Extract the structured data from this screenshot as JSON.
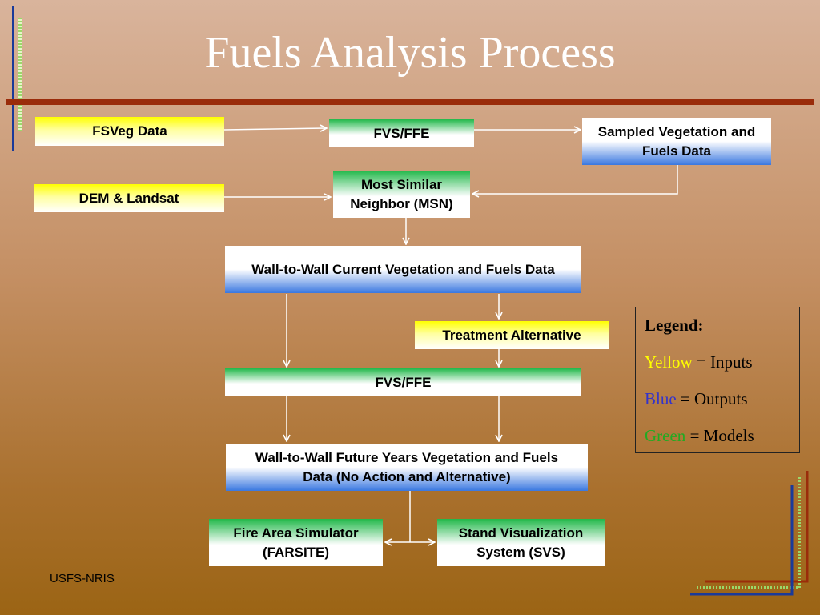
{
  "slide": {
    "title": "Fuels Analysis Process",
    "footer": "USFS-NRIS"
  },
  "boxes": {
    "fsveg": "FSVeg Data",
    "fvs_top": "FVS/FFE",
    "sampled": "Sampled Vegetation and Fuels Data",
    "dem": "DEM & Landsat",
    "msn": "Most Similar Neighbor (MSN)",
    "w2w_current": "Wall-to-Wall Current Vegetation and Fuels Data",
    "treatment": "Treatment Alternative",
    "fvs_mid": "FVS/FFE",
    "w2w_future": "Wall-to-Wall Future Years Vegetation and Fuels Data (No Action and Alternative)",
    "farsite": "Fire Area Simulator (FARSITE)",
    "svs": "Stand Visualization System (SVS)"
  },
  "legend": {
    "title": "Legend:",
    "items": [
      {
        "color_word": "Yellow",
        "meaning": "= Inputs",
        "color": "#ffff00"
      },
      {
        "color_word": "Blue",
        "meaning": "= Outputs",
        "color": "#3333cc"
      },
      {
        "color_word": "Green",
        "meaning": "= Models",
        "color": "#22aa22"
      }
    ]
  }
}
